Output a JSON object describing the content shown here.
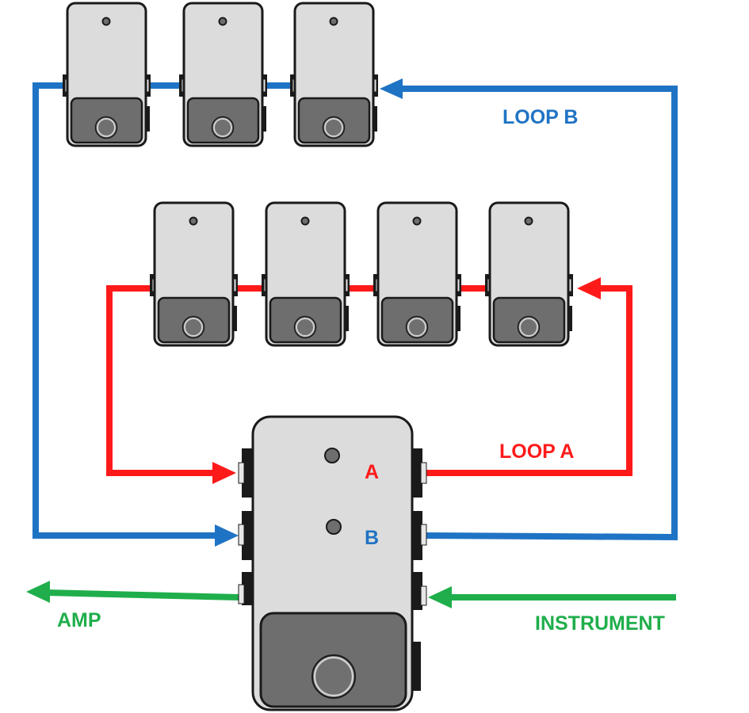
{
  "labels": {
    "loop_a": "LOOP A",
    "loop_b": "LOOP B",
    "amp": "AMP",
    "instrument": "INSTRUMENT",
    "switch_a": "A",
    "switch_b": "B"
  },
  "colors": {
    "loop_a": "#ff1a1a",
    "loop_b": "#1f73c4",
    "signal": "#1fae4b",
    "pedal_body": "#dcdcdc",
    "pedal_footswitch_panel": "#6e6e6e",
    "outline": "#1a1a1a"
  },
  "icons": {
    "pedal": "effect-pedal-icon",
    "looper": "looper-switcher-icon",
    "arrow": "arrow-head-icon"
  }
}
